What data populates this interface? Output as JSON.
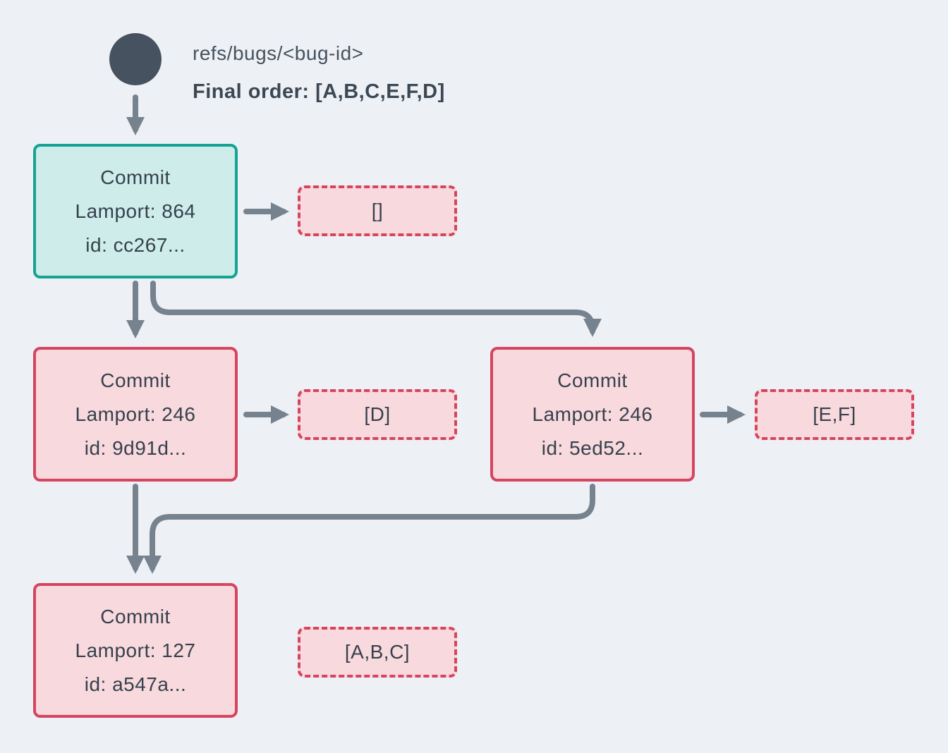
{
  "header": {
    "ref_label": "refs/bugs/<bug-id>",
    "final_order": "Final order: [A,B,C,E,F,D]"
  },
  "commits": [
    {
      "title": "Commit",
      "lamport": "Lamport: 864",
      "id": "id: cc267...",
      "variant": "teal",
      "ops": "[]"
    },
    {
      "title": "Commit",
      "lamport": "Lamport: 246",
      "id": "id: 9d91d...",
      "variant": "pink",
      "ops": "[D]"
    },
    {
      "title": "Commit",
      "lamport": "Lamport: 246",
      "id": "id: 5ed52...",
      "variant": "pink",
      "ops": "[E,F]"
    },
    {
      "title": "Commit",
      "lamport": "Lamport: 127",
      "id": "id: a547a...",
      "variant": "pink",
      "ops": "[A,B,C]"
    }
  ],
  "colors": {
    "background": "#edf1f5",
    "node_circle": "#46525f",
    "arrow": "#76828e",
    "teal_border": "#17a394",
    "teal_fill": "#cdecea",
    "red_border": "#d6455f",
    "pink_fill": "#f8d9dd",
    "text": "#36414d"
  }
}
